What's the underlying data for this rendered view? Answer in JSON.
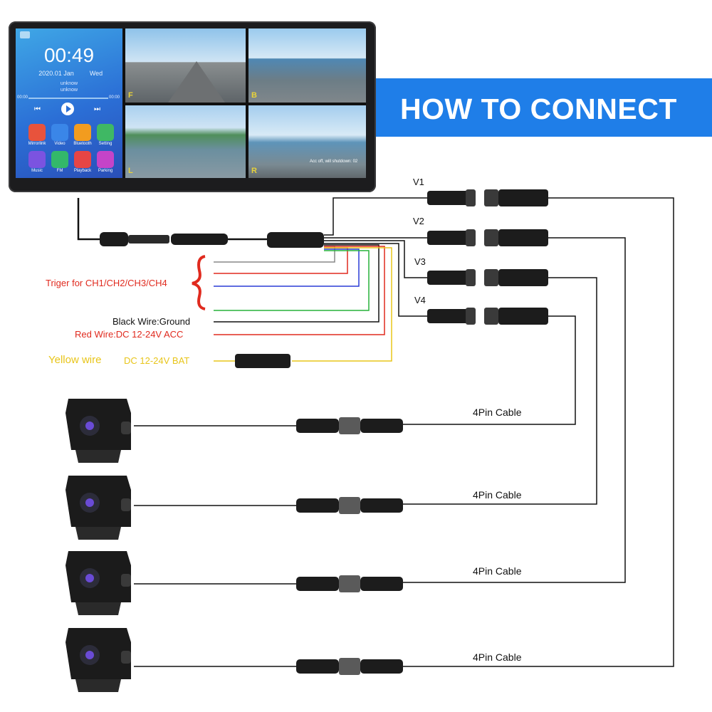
{
  "banner": {
    "title": "HOW TO CONNECT"
  },
  "monitor": {
    "time": "00:49",
    "date": "2020.01 Jan",
    "weekday": "Wed",
    "track_line1": "unknow",
    "track_line2": "unknow",
    "elapsed": "00:00",
    "duration": "00:00",
    "apps": [
      {
        "label": "Mirrorlink",
        "color": "#e8533c"
      },
      {
        "label": "Video",
        "color": "#3a86e8"
      },
      {
        "label": "Bluetooth",
        "color": "#f29c1f"
      },
      {
        "label": "Setting",
        "color": "#3fb864"
      },
      {
        "label": "Music",
        "color": "#7b53e0"
      },
      {
        "label": "FM",
        "color": "#33b86a"
      },
      {
        "label": "Playback",
        "color": "#e64545"
      },
      {
        "label": "Parking",
        "color": "#c444c8"
      }
    ],
    "quadrants": [
      {
        "label": "F"
      },
      {
        "label": "B"
      },
      {
        "label": "L"
      },
      {
        "label": "R"
      }
    ],
    "shutdown_notice": "Acc off, will shutdown: 02"
  },
  "wiring": {
    "trigger_label": "Triger for CH1/CH2/CH3/CH4",
    "black_wire": "Black Wire:Ground",
    "red_wire": "Red Wire:DC 12-24V ACC",
    "yellow_wire_name": "Yellow wire",
    "yellow_wire_spec": "DC 12-24V BAT",
    "channels": [
      "V1",
      "V2",
      "V3",
      "V4"
    ],
    "cable_label": "4Pin Cable",
    "colors": {
      "trigger": "#e02a1e",
      "black": "#111111",
      "red": "#e02a1e",
      "yellow": "#e8c51a",
      "accent": "#1f7ee8"
    }
  }
}
